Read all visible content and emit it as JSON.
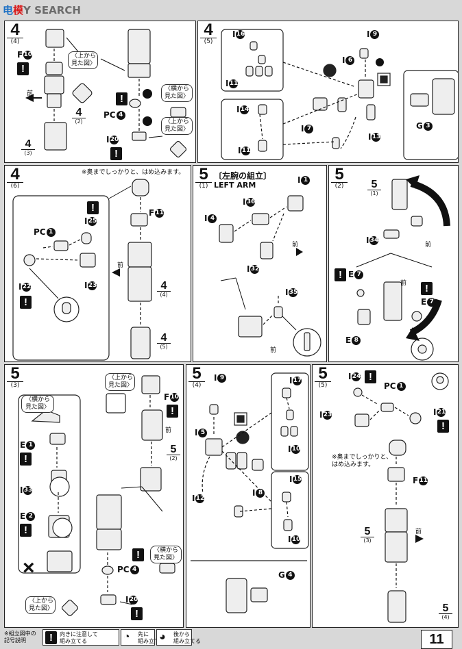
{
  "watermark": {
    "part1": "电",
    "part2": "模",
    "part3": "Y SEARCH"
  },
  "panels": [
    {
      "id": "4-4",
      "step": "4",
      "sub": "4"
    },
    {
      "id": "4-5",
      "step": "4",
      "sub": "5"
    },
    {
      "id": "4-6",
      "step": "4",
      "sub": "6"
    },
    {
      "id": "5-1",
      "step": "5",
      "sub": "1",
      "title_jp": "〔左腕の組立〕",
      "title_en": "LEFT ARM"
    },
    {
      "id": "5-2",
      "step": "5",
      "sub": "2"
    },
    {
      "id": "5-3",
      "step": "5",
      "sub": "3"
    },
    {
      "id": "5-4",
      "step": "5",
      "sub": "4"
    },
    {
      "id": "5-5",
      "step": "5",
      "sub": "5"
    }
  ],
  "parts": {
    "F10": "F",
    "F11": "F",
    "PC4": "PC",
    "PC1": "PC",
    "I20": "I",
    "I16": "I",
    "I11": "I",
    "I9": "I",
    "I6": "I",
    "I14": "I",
    "I7": "I",
    "I13": "I",
    "G3": "G",
    "I25": "I",
    "I22": "I",
    "I23": "I",
    "I1": "I",
    "I36": "I",
    "I4": "I",
    "I32": "I",
    "I35": "I",
    "I34": "I",
    "E7": "E",
    "E8": "E",
    "E1": "E",
    "I33": "I",
    "E2": "E",
    "I5": "I",
    "I12": "I",
    "I8": "I",
    "I17": "I",
    "I10": "I",
    "I15": "I",
    "G4": "G",
    "I24": "I",
    "I21": "I"
  },
  "nums": {
    "F10": "10",
    "F11": "11",
    "PC4": "4",
    "PC1": "1",
    "I20": "20",
    "I16": "16",
    "I11": "11",
    "I9": "9",
    "I6": "6",
    "I14": "14",
    "I7": "7",
    "I13": "13",
    "G3": "3",
    "I25": "25",
    "I22": "22",
    "I23": "23",
    "I1": "1",
    "I36": "36",
    "I4": "4",
    "I32": "32",
    "I35": "35",
    "I34": "34",
    "E7": "7",
    "E8": "8",
    "E1": "1",
    "I33": "33",
    "E2": "2",
    "I5": "5",
    "I12": "12",
    "I8": "8",
    "I17": "17",
    "I10": "10",
    "I15": "15",
    "G4": "4",
    "I24": "24",
    "I21": "21"
  },
  "notes": {
    "top_view": "〈上から\n見た図〉",
    "side_view": "〈横から\n見た図〉",
    "press_in": "※奥までしっかりと、はめ込みます。",
    "press_in_2": "※奥までしっかりと、\nはめ込みます。",
    "front": "前",
    "exclaim": "!",
    "cross": "×"
  },
  "legend": {
    "label": "※組立図中の\n記号説明",
    "items": [
      {
        "icon": "!",
        "text": "向きに注意して\n組み立てる"
      },
      {
        "icon": "◔",
        "text": "先に\n組み立てる"
      },
      {
        "icon": "◕",
        "text": "後から\n組み立てる"
      }
    ]
  },
  "page_number": "11"
}
